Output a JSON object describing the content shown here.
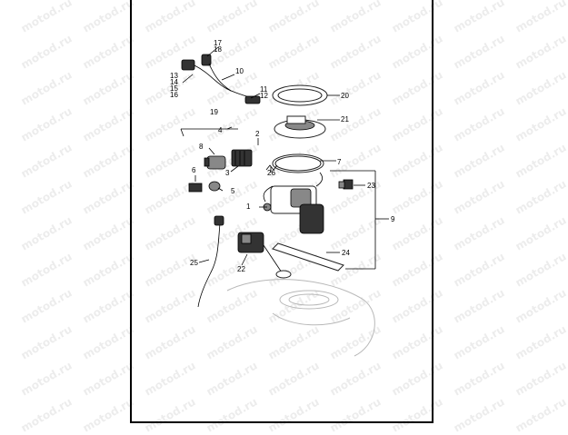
{
  "watermark": {
    "text": "motod.ru"
  },
  "callouts": {
    "c1": "1",
    "c2": "2",
    "c3": "3",
    "c4": "4",
    "c5": "5",
    "c6": "6",
    "c7": "7",
    "c8": "8",
    "c9": "9",
    "c10": "10",
    "c11": "11",
    "c12": "12",
    "c13": "13",
    "c14": "14",
    "c15": "15",
    "c16": "16",
    "c17": "17",
    "c18": "18",
    "c19": "19",
    "c20": "20",
    "c21": "21",
    "c22": "22",
    "c23": "23",
    "c24": "24",
    "c25": "25",
    "c26": "26"
  }
}
